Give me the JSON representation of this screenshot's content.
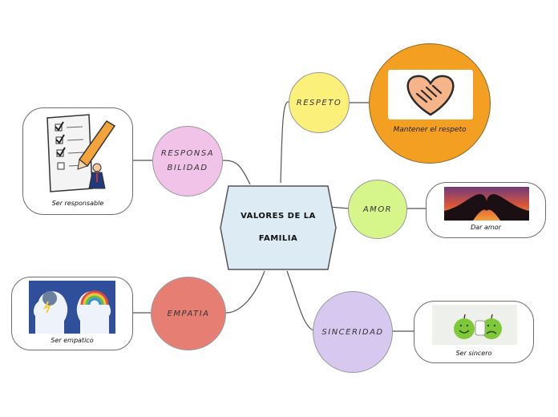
{
  "center": {
    "line1": "VALORES DE LA",
    "line2": "FAMILIA"
  },
  "nodes": {
    "respeto": "RESPETO",
    "responsabilidad_1": "RESPONSA",
    "responsabilidad_2": "BILIDAD",
    "amor": "AMOR",
    "empatia": "EMPATIA",
    "sinceridad": "SINCERIDAD"
  },
  "cards": {
    "respeto": "Mantener el respeto",
    "responsabilidad": "Ser responsable",
    "amor": "Dar amor",
    "empatia": "Ser empatico",
    "sinceridad": "Ser sincero"
  },
  "colors": {
    "respeto": "#fbf17a",
    "responsabilidad": "#f1c3e8",
    "amor": "#d6f58b",
    "empatia": "#e67e73",
    "sinceridad": "#d6c8ef",
    "respeto_card": "#f29f22",
    "center_fill": "#dcebf4"
  }
}
